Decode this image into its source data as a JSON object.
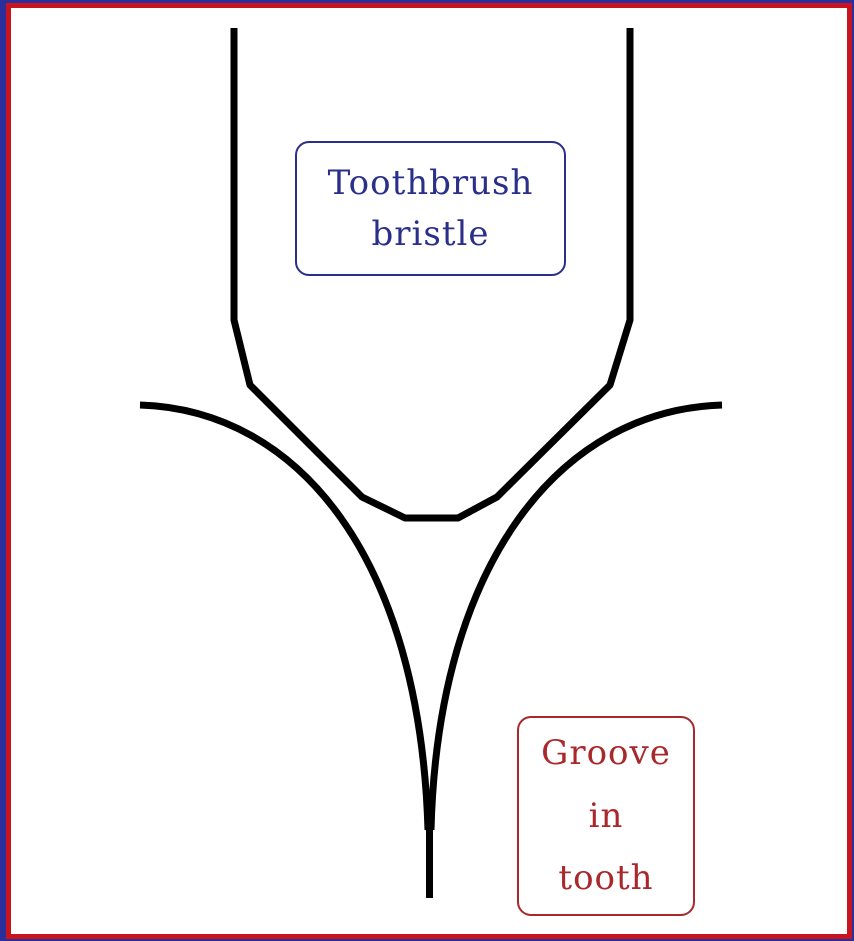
{
  "labels": {
    "bristle": {
      "lines": [
        "Toothbrush",
        "bristle"
      ]
    },
    "groove": {
      "lines": [
        "Groove",
        "in",
        "tooth"
      ]
    }
  },
  "colors": {
    "outer_frame": "#2a2f9a",
    "border": "#c8141e",
    "bristle_label": "#2a2f8a",
    "groove_label": "#a8282c",
    "line": "#000000",
    "background": "#ffffff"
  }
}
